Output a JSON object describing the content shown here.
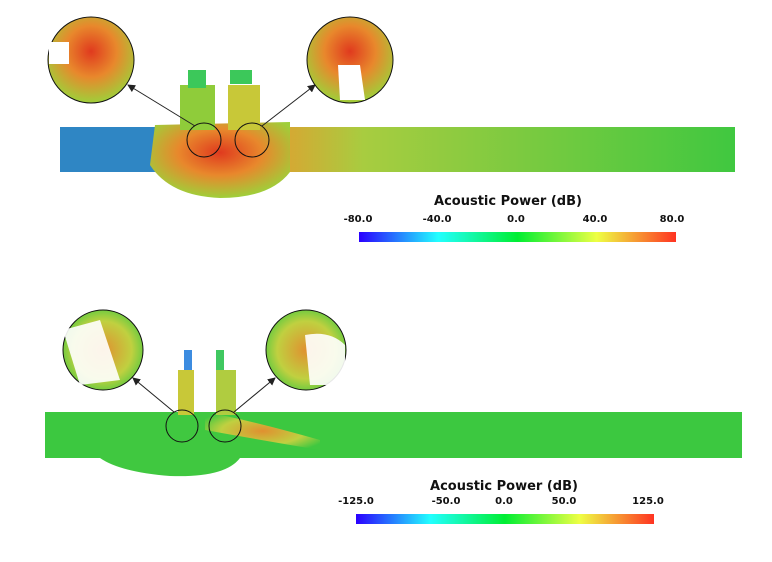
{
  "panels": [
    {
      "colorbar": {
        "title": "Acoustic Power (dB)",
        "ticks": [
          "-80.0",
          "-40.0",
          "0.0",
          "40.0",
          "80.0"
        ],
        "range": [
          -80,
          80
        ]
      }
    },
    {
      "colorbar": {
        "title": "Acoustic Power (dB)",
        "ticks": [
          "-125.0",
          "-50.0",
          "0.0",
          "50.0",
          "125.0"
        ],
        "range": [
          -125,
          125
        ]
      }
    }
  ],
  "colors": {
    "low": "#2a00ff",
    "cyan": "#22ffff",
    "green": "#00ee33",
    "yellow": "#eeff44",
    "high": "#ff3322"
  }
}
